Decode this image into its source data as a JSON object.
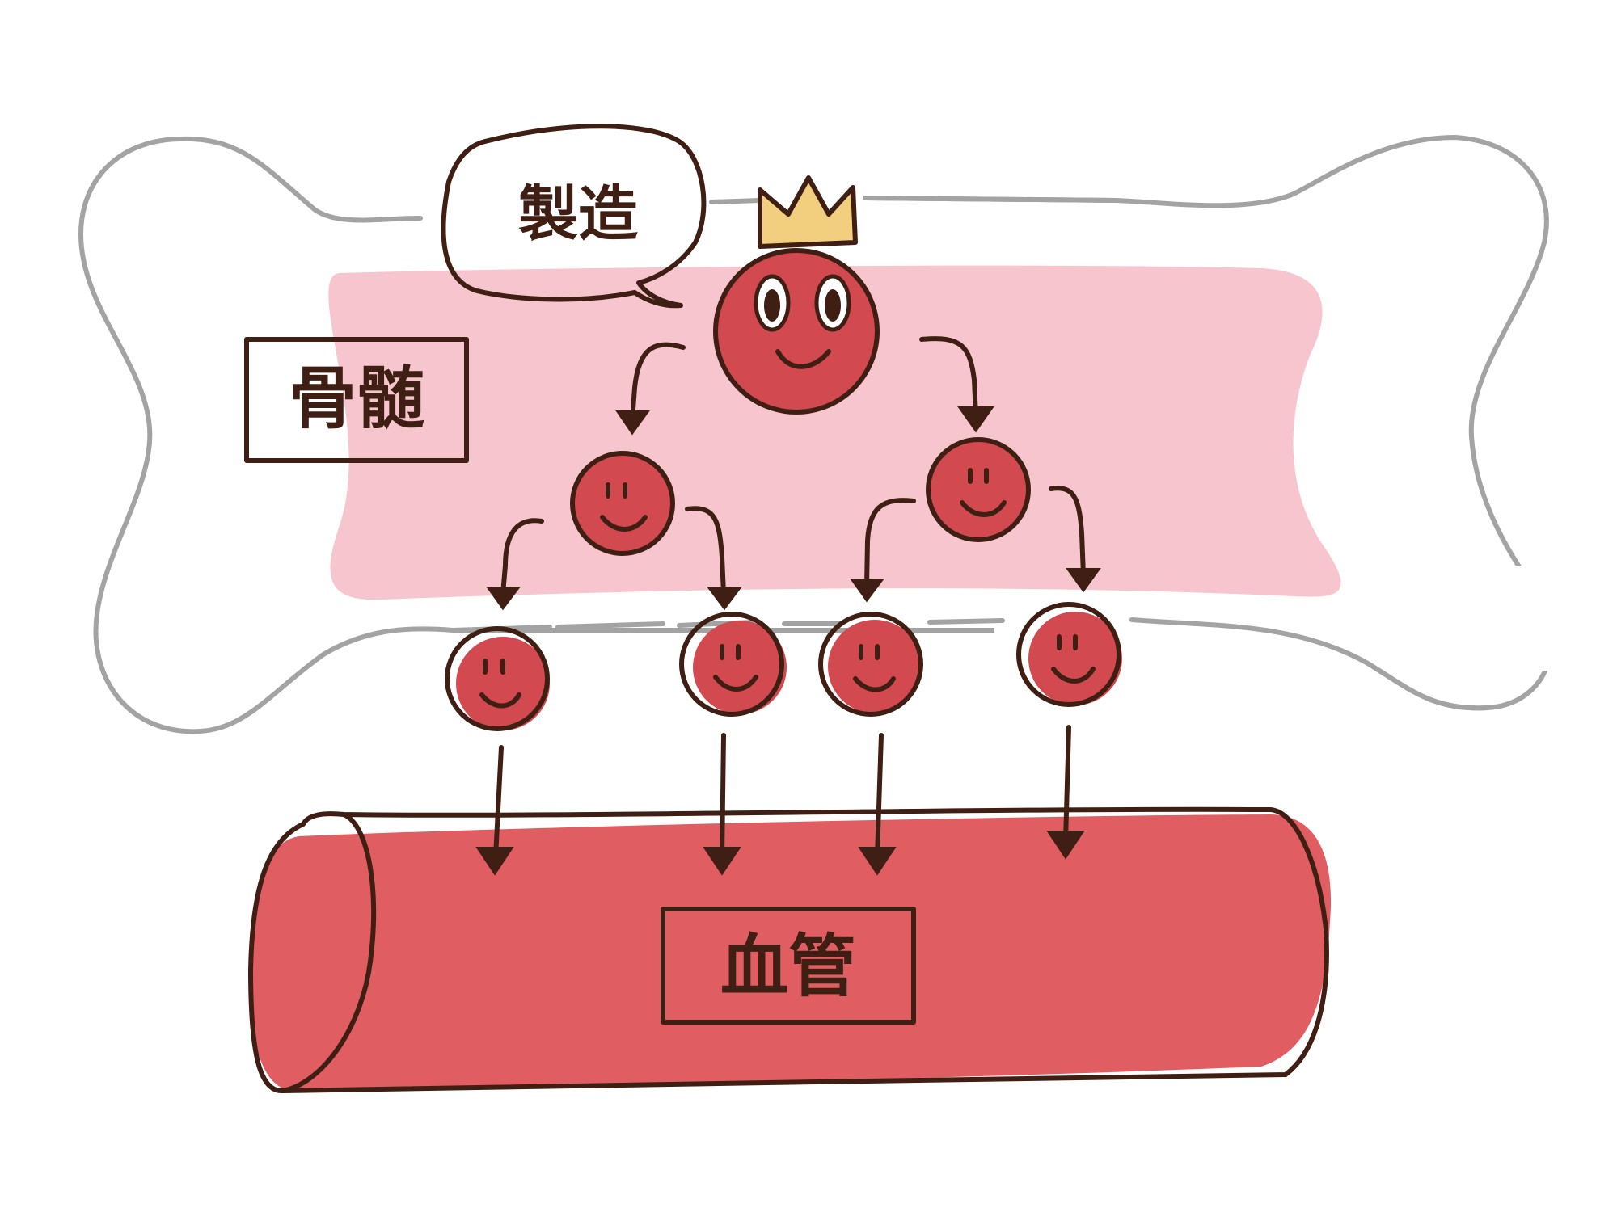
{
  "labels": {
    "speech": "製造",
    "bone_marrow": "骨髄",
    "blood_vessel": "血管"
  },
  "colors": {
    "ink": "#3f1f14",
    "cell_fill": "#d2494f",
    "marrow_pink": "#f7c5cd",
    "vessel_red": "#e05d61",
    "crown_yellow": "#f2cf7f",
    "bone_outline": "#a3a3a3"
  },
  "icons": {
    "stem_cell": "crown-cell-icon",
    "cells": "smiley-cell-icon"
  }
}
